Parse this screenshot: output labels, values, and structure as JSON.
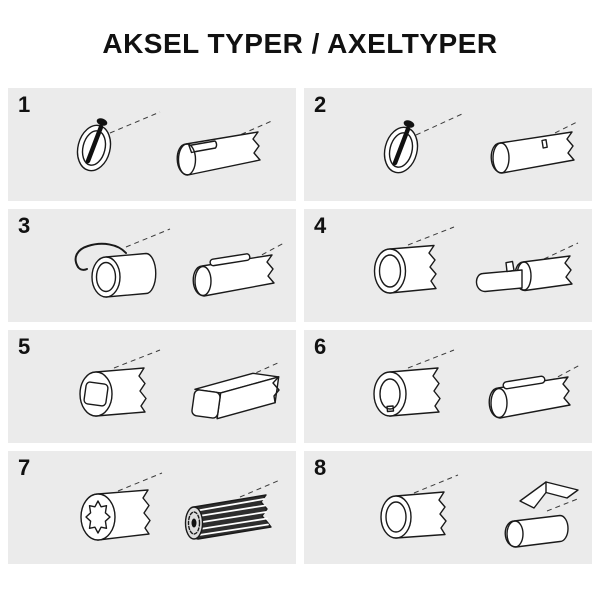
{
  "title": "AKSEL TYPER / AXELTYPER",
  "panels": [
    {
      "number": "1",
      "icon": "locking-pin-ring-and-slotted-shaft"
    },
    {
      "number": "2",
      "icon": "locking-pin-ring-and-pin-hole-shaft"
    },
    {
      "number": "3",
      "icon": "spring-clip-sleeve-and-keyed-shaft"
    },
    {
      "number": "4",
      "icon": "plain-tube-and-tabbed-stepped-shaft"
    },
    {
      "number": "5",
      "icon": "square-bore-tube-and-square-shaft"
    },
    {
      "number": "6",
      "icon": "keyway-bore-tube-and-keyed-shaft"
    },
    {
      "number": "7",
      "icon": "splined-bore-tube-and-splined-shaft"
    },
    {
      "number": "8",
      "icon": "plain-tube-and-wedge-locked-shaft"
    }
  ],
  "colors": {
    "page_bg": "#ffffff",
    "panel_bg": "#ebebeb",
    "line": "#1a1a1a"
  }
}
